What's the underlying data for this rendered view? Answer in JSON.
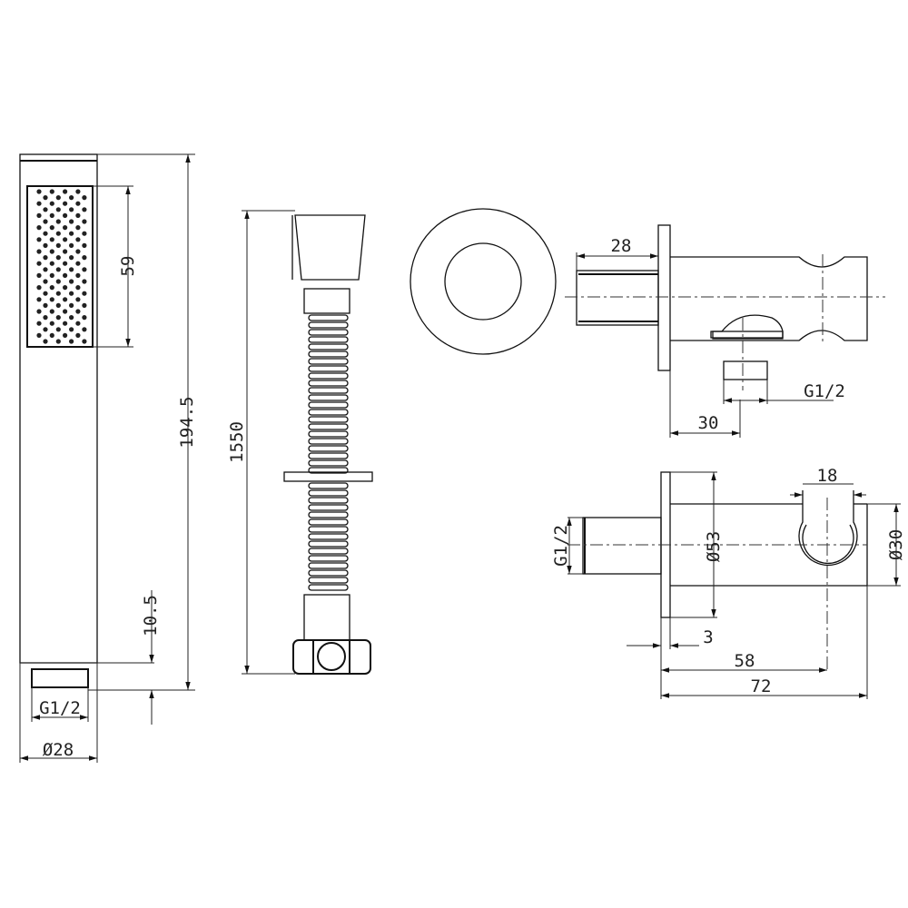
{
  "labels": {
    "face_height": "59",
    "shower_length": "194.5",
    "nozzle_offset": "10.5",
    "shower_thread": "G1/2",
    "shower_diameter": "Ø28",
    "hose_length": "1550",
    "pipe_length": "28",
    "outlet_thread": "G1/2",
    "outlet_offset": "30",
    "pipe_thread": "G1/2",
    "plate_diameter": "Ø53",
    "body_diameter": "Ø30",
    "plate_thickness": "3",
    "holder_offset": "58",
    "total_length": "72",
    "holder_width": "18"
  },
  "colors": {
    "line": "#111111",
    "background": "#ffffff"
  }
}
